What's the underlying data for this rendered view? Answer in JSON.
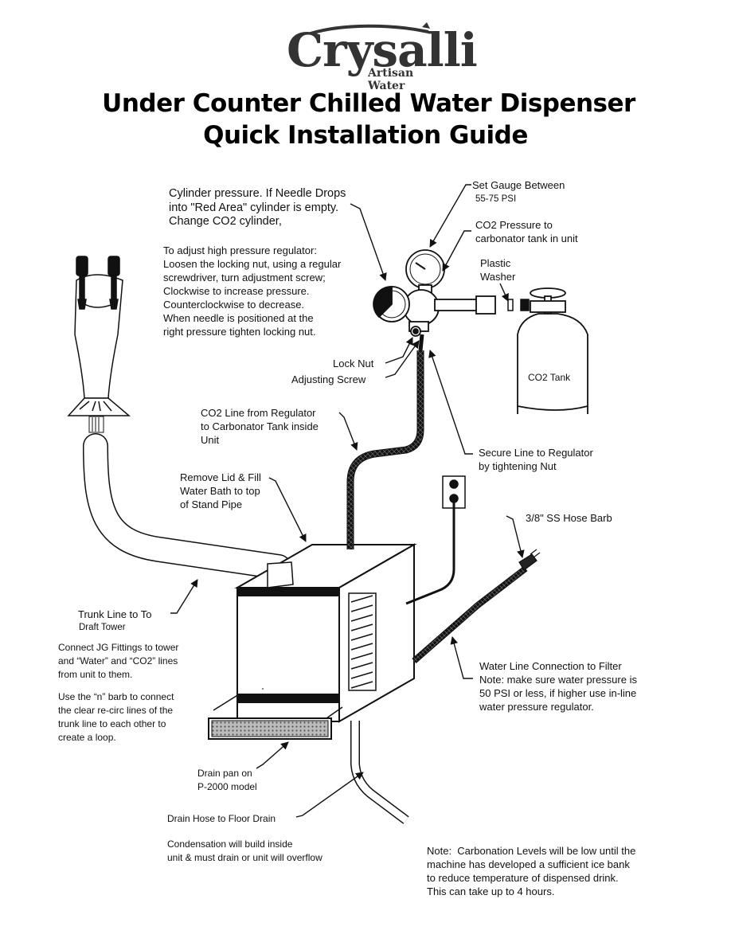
{
  "logo": {
    "brand": "Crysalli",
    "tagline": "Artisan Water"
  },
  "title": {
    "line1": "Under Counter Chilled Water Dispenser",
    "line2": "Quick Installation Guide"
  },
  "labels": {
    "cylinder_pressure": "Cylinder pressure. If Needle Drops\ninto \"Red Area\" cylinder is empty.\nChange CO2 cylinder,",
    "adjust_regulator": "To adjust high pressure regulator:\nLoosen the locking nut, using a regular\nscrewdriver, turn adjustment screw;\nClockwise to increase pressure.\nCounterclockwise to decrease.\nWhen needle is positioned at the\nright pressure tighten locking nut.",
    "set_gauge": "Set Gauge Between",
    "set_gauge_range": "55-75 PSI",
    "co2_pressure": "CO2 Pressure to\ncarbonator tank in unit",
    "plastic_washer": "Plastic\nWasher",
    "lock_nut": "Lock Nut",
    "adjusting_screw": "Adjusting Screw",
    "co2_tank": "CO2 Tank",
    "co2_line": "CO2 Line from Regulator\nto Carbonator Tank inside\nUnit",
    "secure_line": "Secure Line to Regulator\nby tightening Nut",
    "remove_lid": "Remove Lid & Fill\nWater Bath to top\nof Stand Pipe",
    "hose_barb": "3/8\" SS Hose Barb",
    "trunk_line": "Trunk Line to To",
    "draft_tower": "Draft Tower",
    "connect_jg": "Connect JG Fittings to tower\nand “Water” and “CO2” lines\nfrom unit to them.",
    "n_barb": "Use the “n” barb to connect\nthe clear re-circ lines of the\ntrunk line to each other to\ncreate a loop.",
    "water_line": "Water Line Connection to Filter\nNote: make sure water pressure is\n50 PSI or less, if higher use in-line\nwater pressure regulator.",
    "drain_pan": "Drain pan on\nP-2000 model",
    "drain_hose": "Drain Hose to Floor Drain",
    "condensation": "Condensation will build inside\nunit & must drain or unit will overflow",
    "carbonation_note": "Note:  Carbonation Levels will be low until the\nmachine has developed a sufficient ice bank\nto reduce temperature of dispensed drink.\nThis can take up to 4 hours."
  }
}
